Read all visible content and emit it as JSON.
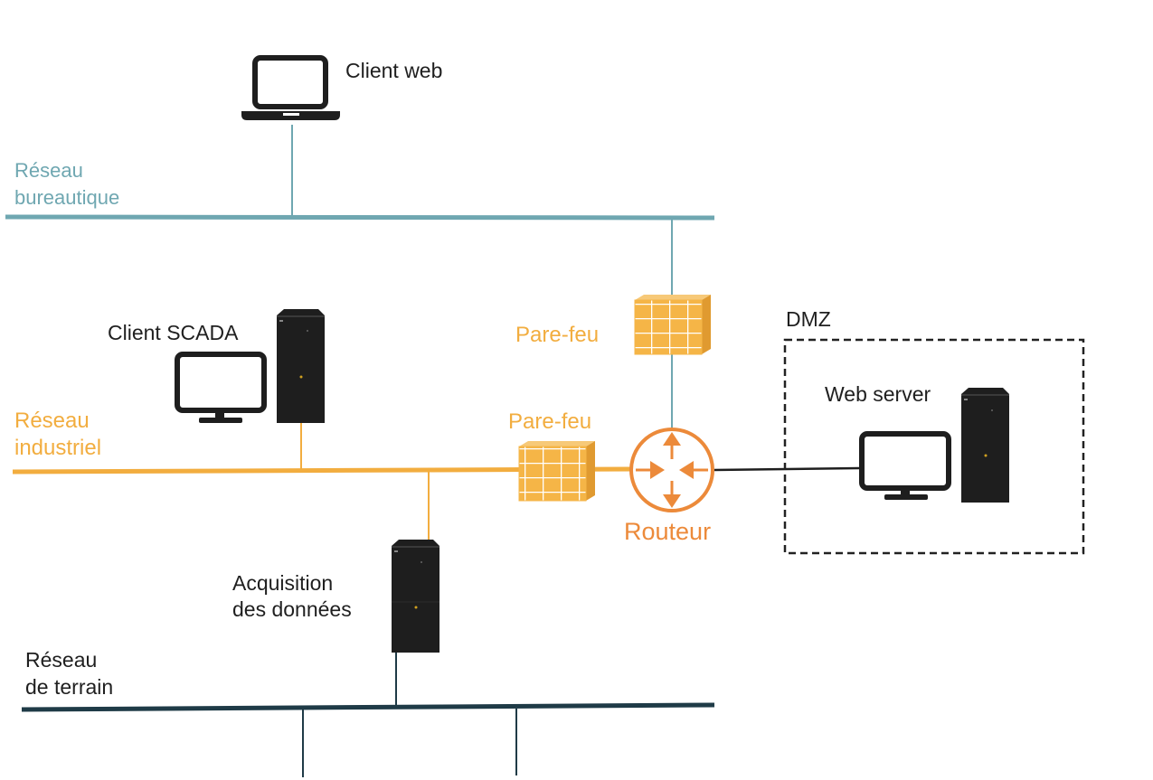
{
  "colors": {
    "office_network": "#6fa7b1",
    "industrial_network": "#f2ad3f",
    "field_network": "#1f3b47",
    "router": "#ec8a3a",
    "firewall": "#f5b547",
    "device": "#1e1e1e",
    "dmz_border": "#222222"
  },
  "networks": {
    "office": {
      "line1": "Réseau",
      "line2": "bureautique"
    },
    "industrial": {
      "line1": "Réseau",
      "line2": "industriel"
    },
    "field": {
      "line1": "Réseau",
      "line2": "de terrain"
    }
  },
  "devices": {
    "client_web": {
      "label": "Client web",
      "icon": "laptop-icon"
    },
    "client_scada": {
      "label": "Client SCADA",
      "icon": "desktop-tower-icon"
    },
    "acquisition": {
      "line1": "Acquisition",
      "line2": "des données",
      "icon": "tower-server-icon"
    },
    "web_server": {
      "label": "Web server",
      "icon": "desktop-tower-icon"
    }
  },
  "security": {
    "firewall_top": {
      "label": "Pare-feu",
      "icon": "firewall-icon"
    },
    "firewall_bottom": {
      "label": "Pare-feu",
      "icon": "firewall-icon"
    },
    "router": {
      "label": "Routeur",
      "icon": "router-icon"
    }
  },
  "dmz": {
    "label": "DMZ"
  }
}
